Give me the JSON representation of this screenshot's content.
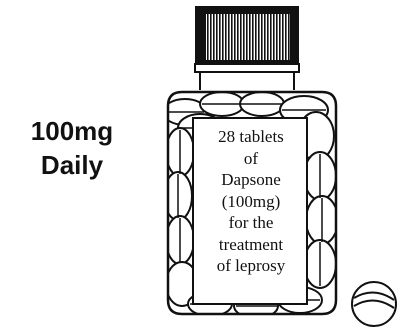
{
  "dose": {
    "line1": "100mg",
    "line2": "Daily"
  },
  "bottle_label": {
    "lines": [
      "28 tablets",
      "of",
      "Dapsone",
      "(100mg)",
      "for the",
      "treatment",
      "of leprosy"
    ]
  },
  "colors": {
    "ink": "#111111",
    "paper": "#ffffff"
  },
  "icons": {
    "bottle": "pill-bottle-icon",
    "loose_tablet": "tablet-icon"
  }
}
